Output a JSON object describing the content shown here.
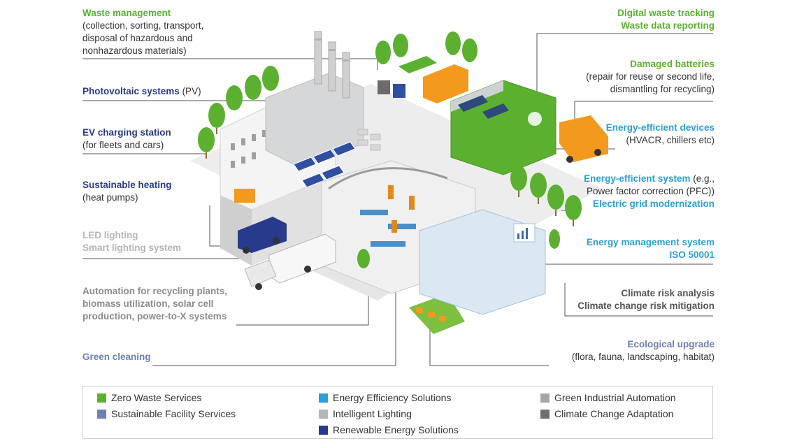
{
  "callouts": {
    "waste_management": {
      "title": "Waste management",
      "desc": [
        "(collection, sorting, transport,",
        "disposal of hazardous and",
        "nonhazardous materials)"
      ]
    },
    "photovoltaic": {
      "title": "Photovoltaic systems",
      "suffix": "(PV)"
    },
    "ev_charging": {
      "title": "EV charging station",
      "desc": [
        "(for fleets and cars)"
      ]
    },
    "sustainable_heating": {
      "title": "Sustainable heating",
      "desc": [
        "(heat pumps)"
      ]
    },
    "led_lighting": {
      "lines": [
        "LED lighting",
        "Smart lighting system"
      ]
    },
    "automation": {
      "lines": [
        "Automation for recycling plants,",
        "biomass utilization, solar cell",
        "production, power-to-X systems"
      ]
    },
    "green_cleaning": {
      "title": "Green cleaning"
    },
    "digital_waste": {
      "lines": [
        "Digital waste tracking",
        "Waste data reporting"
      ]
    },
    "damaged_batteries": {
      "title": "Damaged batteries",
      "desc": [
        "(repair for reuse or second life,",
        "dismantling for recycling)"
      ]
    },
    "energy_devices": {
      "title": "Energy-efficient devices",
      "desc": [
        "(HVACR, chillers etc)"
      ]
    },
    "energy_system": {
      "title": "Energy-efficient system",
      "suffix": "(e.g.,",
      "desc": [
        "Power factor correction (PFC))"
      ],
      "extra": "Electric grid modernization"
    },
    "energy_management": {
      "lines": [
        "Energy management system",
        "ISO 50001"
      ]
    },
    "climate_risk": {
      "lines": [
        "Climate risk analysis",
        "Climate change risk mitigation"
      ]
    },
    "ecological": {
      "title": "Ecological upgrade",
      "desc": [
        "(flora, fauna, landscaping, habitat)"
      ]
    }
  },
  "legend": [
    {
      "label": "Zero Waste Services",
      "color": "#5bb12f"
    },
    {
      "label": "Sustainable Facility Services",
      "color": "#6d7fb4"
    },
    {
      "label": "Energy Efficiency Solutions",
      "color": "#2a9fd8"
    },
    {
      "label": "Intelligent Lighting",
      "color": "#b3b7bb"
    },
    {
      "label": "Renewable Energy Solutions",
      "color": "#273a8c"
    },
    {
      "label": "Green Industrial Automation",
      "color": "#a3a7aa"
    },
    {
      "label": "Climate Change Adaptation",
      "color": "#6e6e6e"
    }
  ]
}
